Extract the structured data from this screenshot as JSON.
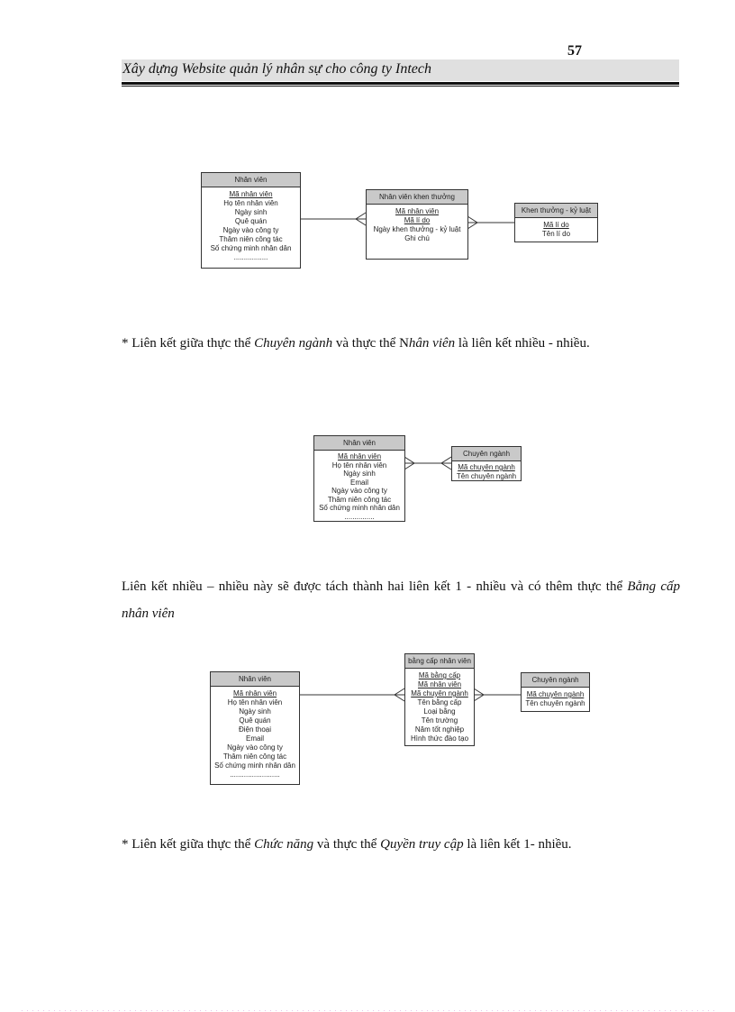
{
  "header": {
    "page_number": "57",
    "title": "Xây dựng  Website quản lý nhân sự cho công ty Intech"
  },
  "diagram1": {
    "nhan_vien": {
      "title": "Nhân viên",
      "attributes": [
        "Mã nhân viên",
        "Họ tên nhân viên",
        "Ngày sinh",
        "Quê quán",
        "Ngày vào công ty",
        "Thâm niên công tác",
        "Số chứng minh nhân dân",
        "................."
      ]
    },
    "nhan_vien_khen_thuong": {
      "title": "Nhân viên khen thưởng",
      "attributes": [
        "Mã nhân viên",
        "Mã lí do",
        "Ngày khen thưởng - kỷ luật",
        "Ghi chú"
      ]
    },
    "khen_thuong_ky_luat": {
      "title": "Khen thưởng - kỷ luật",
      "attributes": [
        "Mã lí do",
        "Tên lí do"
      ]
    }
  },
  "paragraph1": {
    "prefix": "* Liên kết giữa thực thể ",
    "entity_a": "Chuyên ngành",
    "middle": " và thực thể N",
    "entity_b": "hân viên",
    "suffix": " là liên kết nhiều - nhiều."
  },
  "diagram2": {
    "nhan_vien": {
      "title": "Nhân viên",
      "attributes": [
        "Mã nhân viên",
        "Họ tên nhân viên",
        "Ngày sinh",
        "Email",
        "Ngày vào công ty",
        "Thâm niên công tác",
        "Số chứng minh nhân dân",
        "..............."
      ]
    },
    "chuyen_nganh": {
      "title": "Chuyên ngành",
      "attributes": [
        "Mã chuyên ngành",
        "Tên chuyên ngành"
      ]
    }
  },
  "paragraph2": {
    "text": "Liên kết nhiều – nhiều này  sẽ được tách thành  hai  liên kết 1 - nhiều và  có thêm thực thể ",
    "entity": "Bằng cấp nhân viên"
  },
  "diagram3": {
    "nhan_vien": {
      "title": "Nhân viên",
      "attributes": [
        "Mã nhân viên",
        "Họ tên nhân viên",
        "Ngày sinh",
        "Quê quán",
        "Điện thoại",
        "Email",
        "Ngày vào công ty",
        "Thâm niên công tác",
        "Số chứng minh nhân dân",
        "........................."
      ]
    },
    "bang_cap_nhan_vien": {
      "title": "bằng cấp nhân viên",
      "attributes": [
        "Mã bằng cấp",
        "Mã nhân viên",
        "Mã chuyên ngành",
        "Tên bằng cấp",
        "Loại bằng",
        "Tên trường",
        "Năm tốt nghiệp",
        "Hình thức đào tạo"
      ]
    },
    "chuyen_nganh": {
      "title": "Chuyên ngành",
      "attributes": [
        "Mã chuyên ngành",
        "Tên chuyên ngành"
      ]
    }
  },
  "paragraph3": {
    "prefix": "* Liên kết giữa thực thể ",
    "entity_a": "Chức năng",
    "middle": " và thực thể ",
    "entity_b": "Quyền truy cập",
    "suffix": " là liên kết 1- nhiều."
  }
}
